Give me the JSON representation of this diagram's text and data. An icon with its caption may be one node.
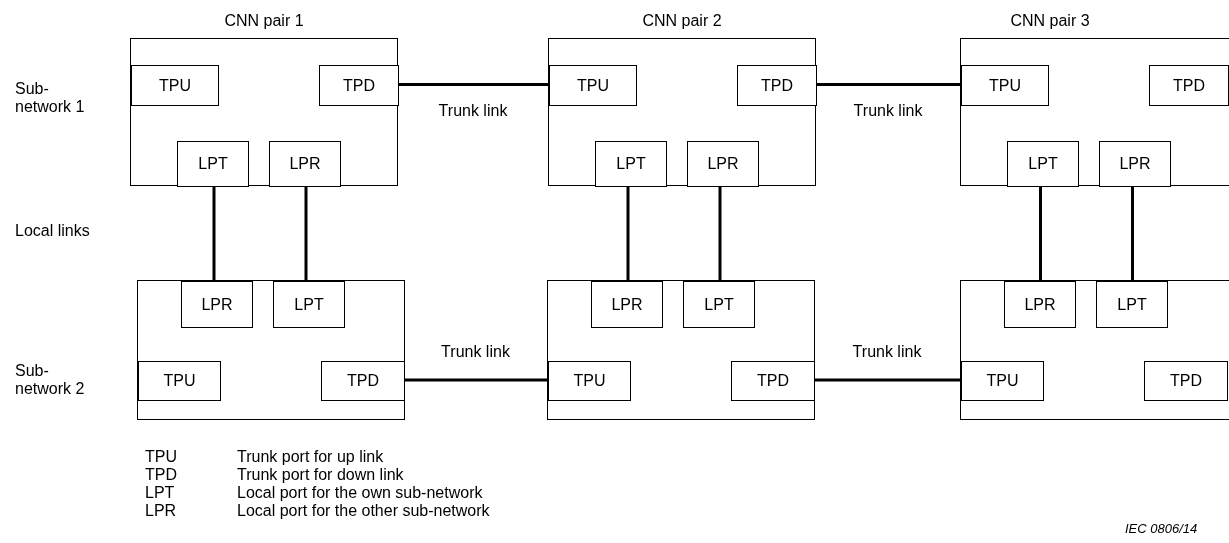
{
  "diagram": {
    "nodes": [
      {
        "text": [
          "CNN pair 1"
        ]
      },
      {
        "text": [
          "TPU"
        ],
        "in": 0
      },
      {
        "text": [
          "TPD"
        ],
        "in": 0
      },
      {
        "text": [
          "LPT"
        ],
        "in": 0
      },
      {
        "text": [
          "LPR"
        ],
        "in": 0
      },
      {
        "text": [
          "CNN pair 2"
        ]
      },
      {
        "text": [
          "TPU"
        ],
        "in": 5
      },
      {
        "text": [
          "TPD"
        ],
        "in": 5
      },
      {
        "text": [
          "LPT"
        ],
        "in": 5
      },
      {
        "text": [
          "LPR"
        ],
        "in": 5
      },
      {
        "text": [
          "CNN pair 3"
        ]
      },
      {
        "text": [
          "TPU"
        ],
        "in": 10
      },
      {
        "text": [
          "TPD"
        ],
        "in": 10
      },
      {
        "text": [
          "LPT"
        ],
        "in": 10
      },
      {
        "text": [
          "LPR"
        ],
        "in": 10
      },
      {
        "text": [],
        "shape": "box"
      },
      {
        "text": [
          "LPR"
        ],
        "in": 15
      },
      {
        "text": [
          "LPT"
        ],
        "in": 15
      },
      {
        "text": [
          "TPU"
        ],
        "in": 15
      },
      {
        "text": [
          "TPD"
        ],
        "in": 15
      },
      {
        "text": [],
        "shape": "box"
      },
      {
        "text": [
          "LPR"
        ],
        "in": 20
      },
      {
        "text": [
          "LPT"
        ],
        "in": 20
      },
      {
        "text": [
          "TPU"
        ],
        "in": 20
      },
      {
        "text": [
          "TPD"
        ],
        "in": 20
      },
      {
        "text": [],
        "shape": "box"
      },
      {
        "text": [
          "LPR"
        ],
        "in": 25
      },
      {
        "text": [
          "LPT"
        ],
        "in": 25
      },
      {
        "text": [
          "TPU"
        ],
        "in": 25
      },
      {
        "text": [
          "TPD"
        ],
        "in": 25
      }
    ],
    "edges": [
      {
        "from": 2,
        "to": 6,
        "arrow": "none",
        "label": "Trunk link"
      },
      {
        "from": 7,
        "to": 11,
        "arrow": "none",
        "label": "Trunk link"
      },
      {
        "from": 3,
        "to": 16,
        "arrow": "none"
      },
      {
        "from": 4,
        "to": 17,
        "arrow": "none"
      },
      {
        "from": 8,
        "to": 21,
        "arrow": "none"
      },
      {
        "from": 9,
        "to": 22,
        "arrow": "none"
      },
      {
        "from": 13,
        "to": 26,
        "arrow": "none"
      },
      {
        "from": 14,
        "to": 27,
        "arrow": "none"
      },
      {
        "from": 19,
        "to": 23,
        "arrow": "none",
        "label": "Trunk link"
      },
      {
        "from": 24,
        "to": 28,
        "arrow": "none",
        "label": "Trunk link"
      }
    ],
    "labels": [
      "Sub- network 1",
      "Local links",
      "Sub- network 2",
      "TPU",
      "Trunk port for up link",
      "TPD",
      "Trunk port for down link",
      "LPT",
      "Local port for the own sub-network",
      "LPR",
      "Local port for the other sub-network",
      "IEC 0806/14"
    ]
  }
}
